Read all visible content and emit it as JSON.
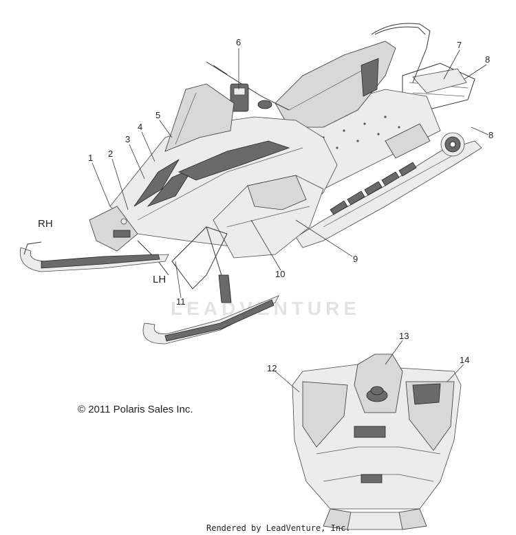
{
  "callouts": [
    {
      "id": "c1",
      "label": "1"
    },
    {
      "id": "c2",
      "label": "2"
    },
    {
      "id": "c3",
      "label": "3"
    },
    {
      "id": "c4",
      "label": "4"
    },
    {
      "id": "c5",
      "label": "5"
    },
    {
      "id": "c6",
      "label": "6"
    },
    {
      "id": "c7",
      "label": "7"
    },
    {
      "id": "c8a",
      "label": "8"
    },
    {
      "id": "c8b",
      "label": "8"
    },
    {
      "id": "c9",
      "label": "9"
    },
    {
      "id": "c10",
      "label": "10"
    },
    {
      "id": "c11",
      "label": "11"
    },
    {
      "id": "c12",
      "label": "12"
    },
    {
      "id": "c13",
      "label": "13"
    },
    {
      "id": "c14",
      "label": "14"
    }
  ],
  "side_labels": {
    "rh": "RH",
    "lh": "LH"
  },
  "copyright": "© 2011 Polaris Sales Inc.",
  "watermark": "LEADVENTURE",
  "footer": "Rendered by LeadVenture, Inc."
}
